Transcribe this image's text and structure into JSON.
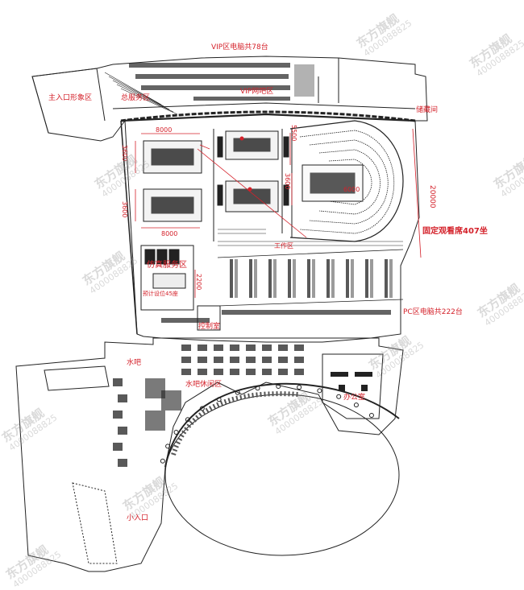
{
  "labels": {
    "vip_pc": "VIP区电脑共78台",
    "vip_net": "VIP网吧区",
    "main_entrance": "主入口形象区",
    "service": "总服务区",
    "storage": "储藏间",
    "fixed_seats": "固定观看席407坐",
    "pc_area": "PC区电脑共222台",
    "control_room": "控制室",
    "water_bar": "水吧",
    "water_bar_lounge": "水吧休闲区",
    "office": "办公室",
    "small_entrance": "小入口",
    "sim_service": "仿真服务区",
    "sim_note": "预计设位45座",
    "judge": "工作区"
  },
  "dims": {
    "d8000a": "8000",
    "d8000b": "8000",
    "d3600a": "3600",
    "d3600b": "3600",
    "d3600c": "3600",
    "d5500": "5500",
    "d20000": "20000",
    "d2200": "2200",
    "d6000": "6000"
  },
  "watermark": {
    "brand": "东方旗舰",
    "phone": "4000088825"
  },
  "colors": {
    "line": "#222222",
    "accent": "#d4212a",
    "watermark": "#9a9a9a"
  }
}
